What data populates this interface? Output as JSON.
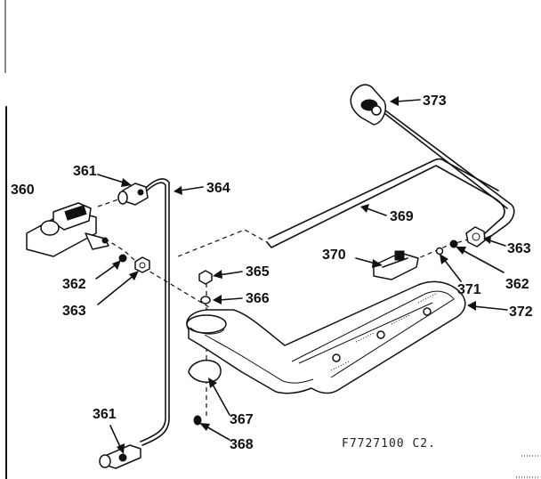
{
  "labels": {
    "l360": "360",
    "l361a": "361",
    "l364": "364",
    "l362a": "362",
    "l363a": "363",
    "l365": "365",
    "l366": "366",
    "l367": "367",
    "l368": "368",
    "l361b": "361",
    "l369": "369",
    "l370": "370",
    "l371": "371",
    "l362b": "362",
    "l363b": "363",
    "l372": "372",
    "l373": "373"
  },
  "drawing_code": "F7727100 C2."
}
